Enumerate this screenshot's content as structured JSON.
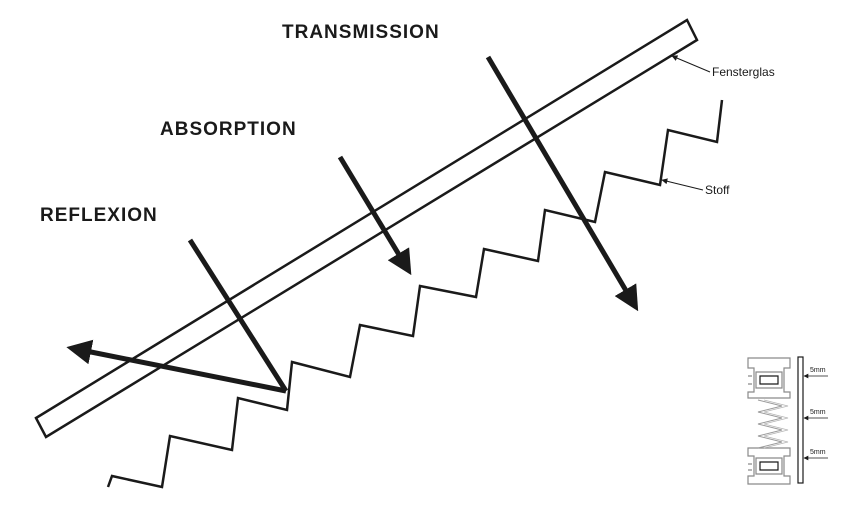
{
  "labels": {
    "transmission": "TRANSMISSION",
    "absorption": "ABSORPTION",
    "reflexion": "REFLEXION"
  },
  "callouts": {
    "glass": "Fensterglas",
    "fabric": "Stoff"
  },
  "detail": {
    "dim_top": "5mm",
    "dim_mid": "5mm",
    "dim_bottom": "5mm"
  },
  "colors": {
    "ink": "#1a1a1a",
    "paper": "#ffffff",
    "detail_gray": "#8a8a8a"
  }
}
